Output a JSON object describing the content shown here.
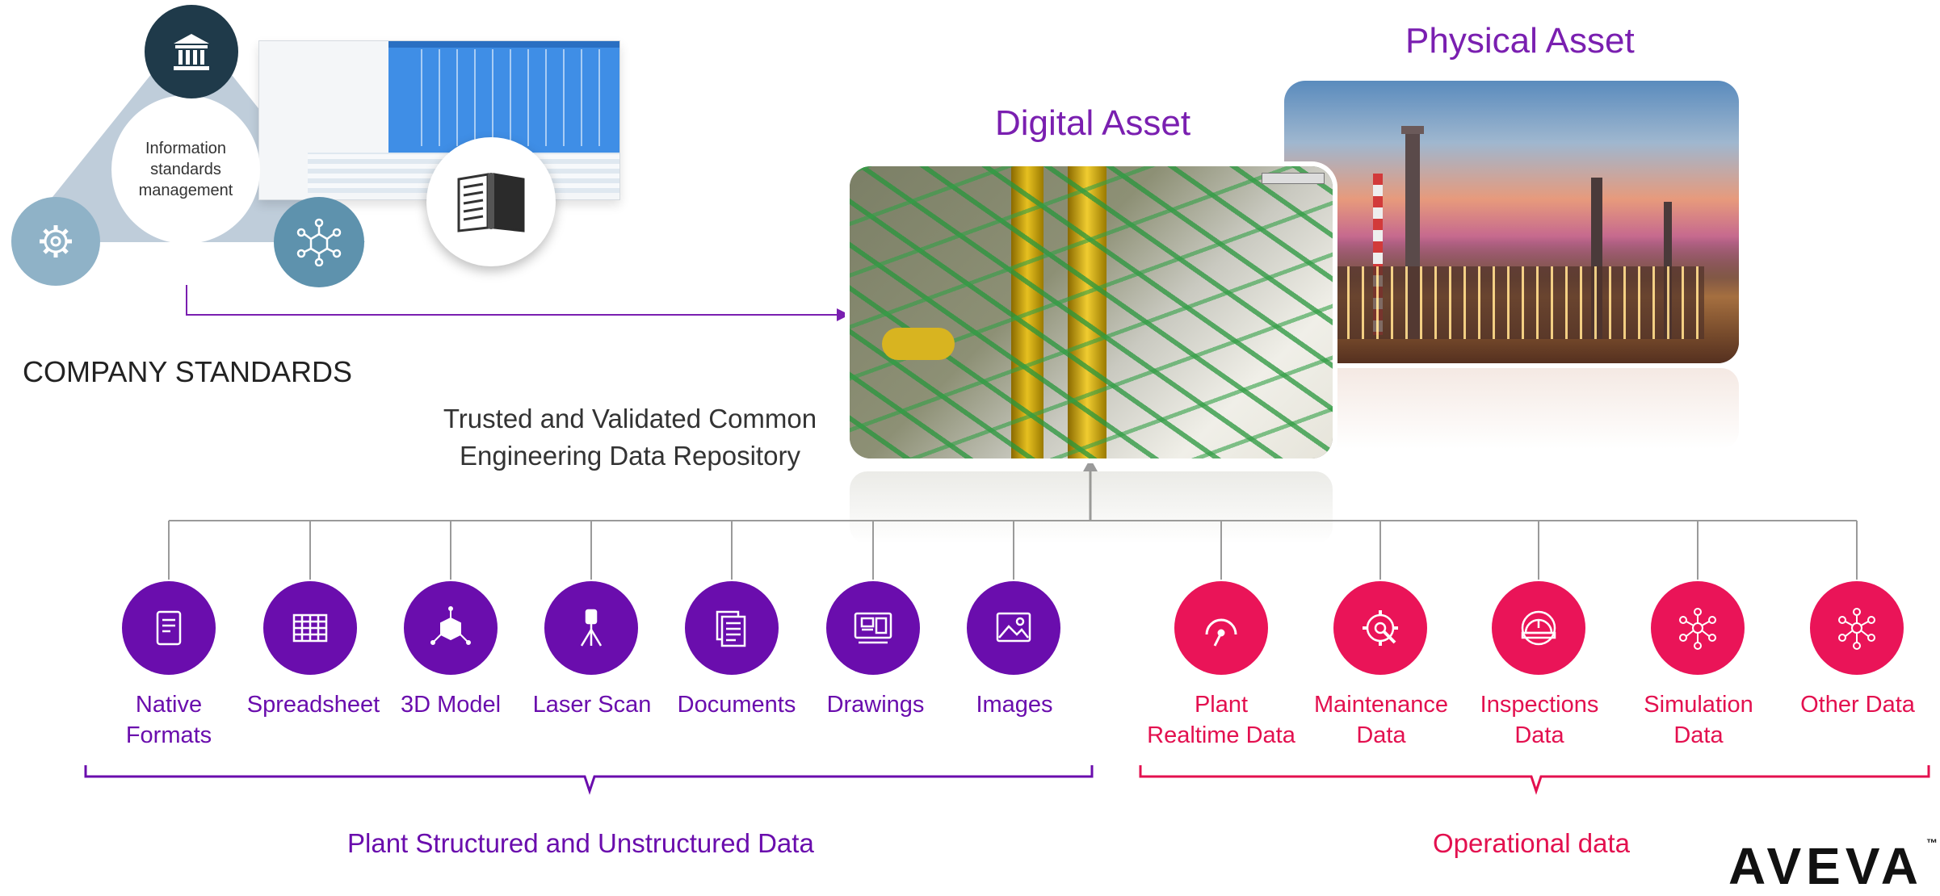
{
  "standards": {
    "center_text": "Information standards management",
    "label": "COMPANY STANDARDS",
    "icons": [
      "institution-icon",
      "gear-icon",
      "network-cube-icon",
      "open-book-icon"
    ]
  },
  "repository": {
    "line1": "Trusted and Validated Common",
    "line2": "Engineering Data Repository"
  },
  "digital_asset": {
    "title": "Digital Asset",
    "image": "3d-plant-model-render"
  },
  "physical_asset": {
    "title": "Physical Asset",
    "image": "refinery-photo-at-dusk"
  },
  "plant_items": [
    {
      "l1": "Native",
      "l2": "Formats",
      "icon": "document-icon"
    },
    {
      "l1": "Spreadsheet",
      "l2": "",
      "icon": "spreadsheet-icon"
    },
    {
      "l1": "3D Model",
      "l2": "",
      "icon": "cube-icon"
    },
    {
      "l1": "Laser Scan",
      "l2": "",
      "icon": "laser-scanner-icon"
    },
    {
      "l1": "Documents",
      "l2": "",
      "icon": "documents-icon"
    },
    {
      "l1": "Drawings",
      "l2": "",
      "icon": "drawings-icon"
    },
    {
      "l1": "Images",
      "l2": "",
      "icon": "image-icon"
    }
  ],
  "operational_items": [
    {
      "l1": "Plant",
      "l2": "Realtime Data",
      "icon": "gauge-icon"
    },
    {
      "l1": "Maintenance",
      "l2": "Data",
      "icon": "wrench-gear-icon"
    },
    {
      "l1": "Inspections",
      "l2": "Data",
      "icon": "hard-hat-icon"
    },
    {
      "l1": "Simulation",
      "l2": "Data",
      "icon": "network-icon"
    },
    {
      "l1": "Other Data",
      "l2": "",
      "icon": "network-icon"
    }
  ],
  "groups": {
    "plant": "Plant Structured and Unstructured Data",
    "operational": "Operational data"
  },
  "logo": {
    "text": "AVEVA",
    "tm": "™"
  },
  "colors": {
    "purple": "#6a0dad",
    "magenta": "#ea1458",
    "grey_line": "#9a9a9a"
  }
}
